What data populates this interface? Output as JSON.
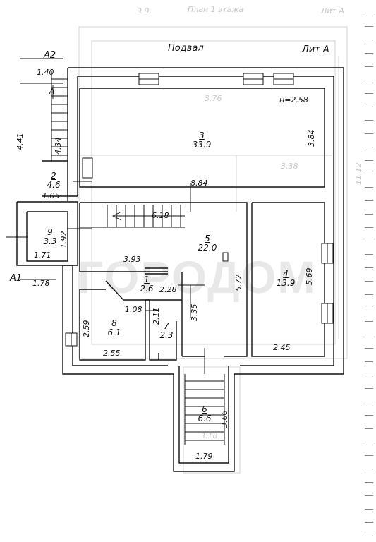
{
  "header": {
    "top_faint_center": "План 1 этажа",
    "top_faint_left": "9 9.",
    "top_faint_right": "Лит А",
    "floor_title": "Подвал",
    "building_title": "Лит А",
    "watermark": "ГОРОДОМ"
  },
  "section_marks": {
    "a2": "А2",
    "a1": "А1",
    "arrow_letter": "А"
  },
  "rooms": [
    {
      "id": "1",
      "area": "2.6"
    },
    {
      "id": "2",
      "area": "4.6"
    },
    {
      "id": "3",
      "area": "33.9"
    },
    {
      "id": "4",
      "area": "13.9"
    },
    {
      "id": "5",
      "area": "22.0"
    },
    {
      "id": "6",
      "area": "6.6"
    },
    {
      "id": "7",
      "area": "2.3"
    },
    {
      "id": "8",
      "area": "6.1"
    },
    {
      "id": "9",
      "area": "3.3"
    }
  ],
  "dimensions": {
    "d_1_40": "1.40",
    "d_4_41": "4.41",
    "d_4_34": "4.34",
    "d_1_05": "1.05",
    "d_1_92": "1.92",
    "d_1_71": "1.71",
    "d_1_78": "1.78",
    "d_8_84": "8.84",
    "d_6_18": "6.18",
    "d_3_84": "3.84",
    "d_3_93": "3.93",
    "d_2_28": "2.28",
    "d_5_72": "5.72",
    "d_5_69": "5.69",
    "d_1_08": "1.08",
    "d_2_11": "2.11",
    "d_3_35": "3.35",
    "d_2_59": "2.59",
    "d_2_55": "2.55",
    "d_2_45": "2.45",
    "d_3_66": "3.66",
    "d_1_79": "1.79",
    "height": "н=2.58"
  },
  "faint_dims": [
    "3.38",
    "3.76",
    "3.18",
    "11.12"
  ],
  "colors": {
    "line": "#111111",
    "faint_line": "#cfcfcf",
    "watermark": "#e6e6e6"
  }
}
